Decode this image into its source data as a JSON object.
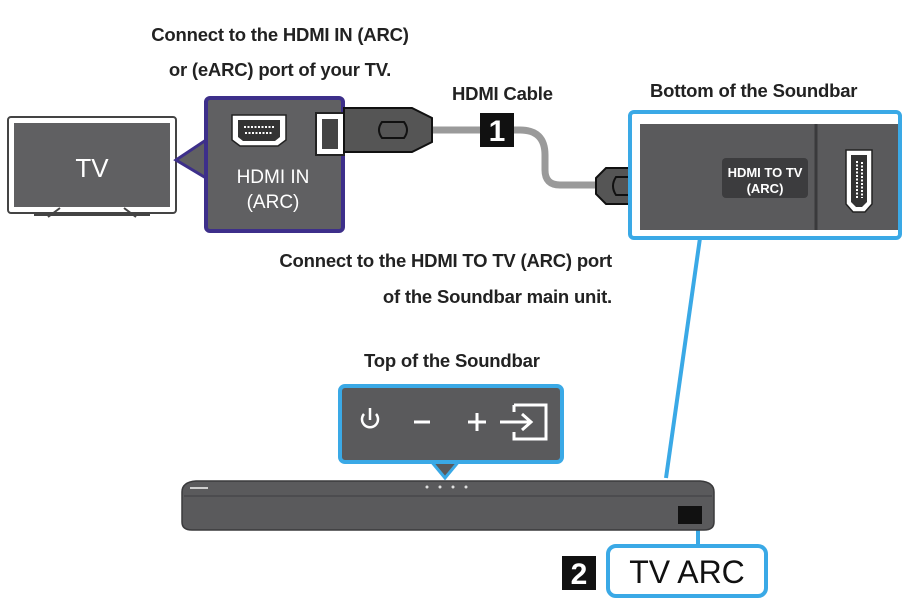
{
  "captions": {
    "tv_port_line1": "Connect to the HDMI IN (ARC)",
    "tv_port_line2": "or (eARC) port of your TV.",
    "cable": "HDMI Cable",
    "bottom_soundbar": "Bottom of the Soundbar",
    "soundbar_port_line1": "Connect to the HDMI TO TV (ARC) port",
    "soundbar_port_line2": "of the Soundbar main unit.",
    "top_soundbar": "Top of the Soundbar"
  },
  "tv": {
    "label": "TV"
  },
  "tv_port": {
    "line1": "HDMI IN",
    "line2": "(ARC)"
  },
  "soundbar_port": {
    "line1": "HDMI TO TV",
    "line2": "(ARC)"
  },
  "steps": {
    "step1_number": "1",
    "step2_number": "2",
    "step2_label": "TV ARC"
  },
  "colors": {
    "tv_callout": "#3d2f8a",
    "soundbar_callout": "#3aa9e6",
    "device_gray": "#5a5a5c",
    "cable_gray": "#9a9a9a"
  },
  "icons": {
    "top_buttons": [
      "power-icon",
      "minus-icon",
      "plus-icon",
      "input-source-icon"
    ]
  }
}
